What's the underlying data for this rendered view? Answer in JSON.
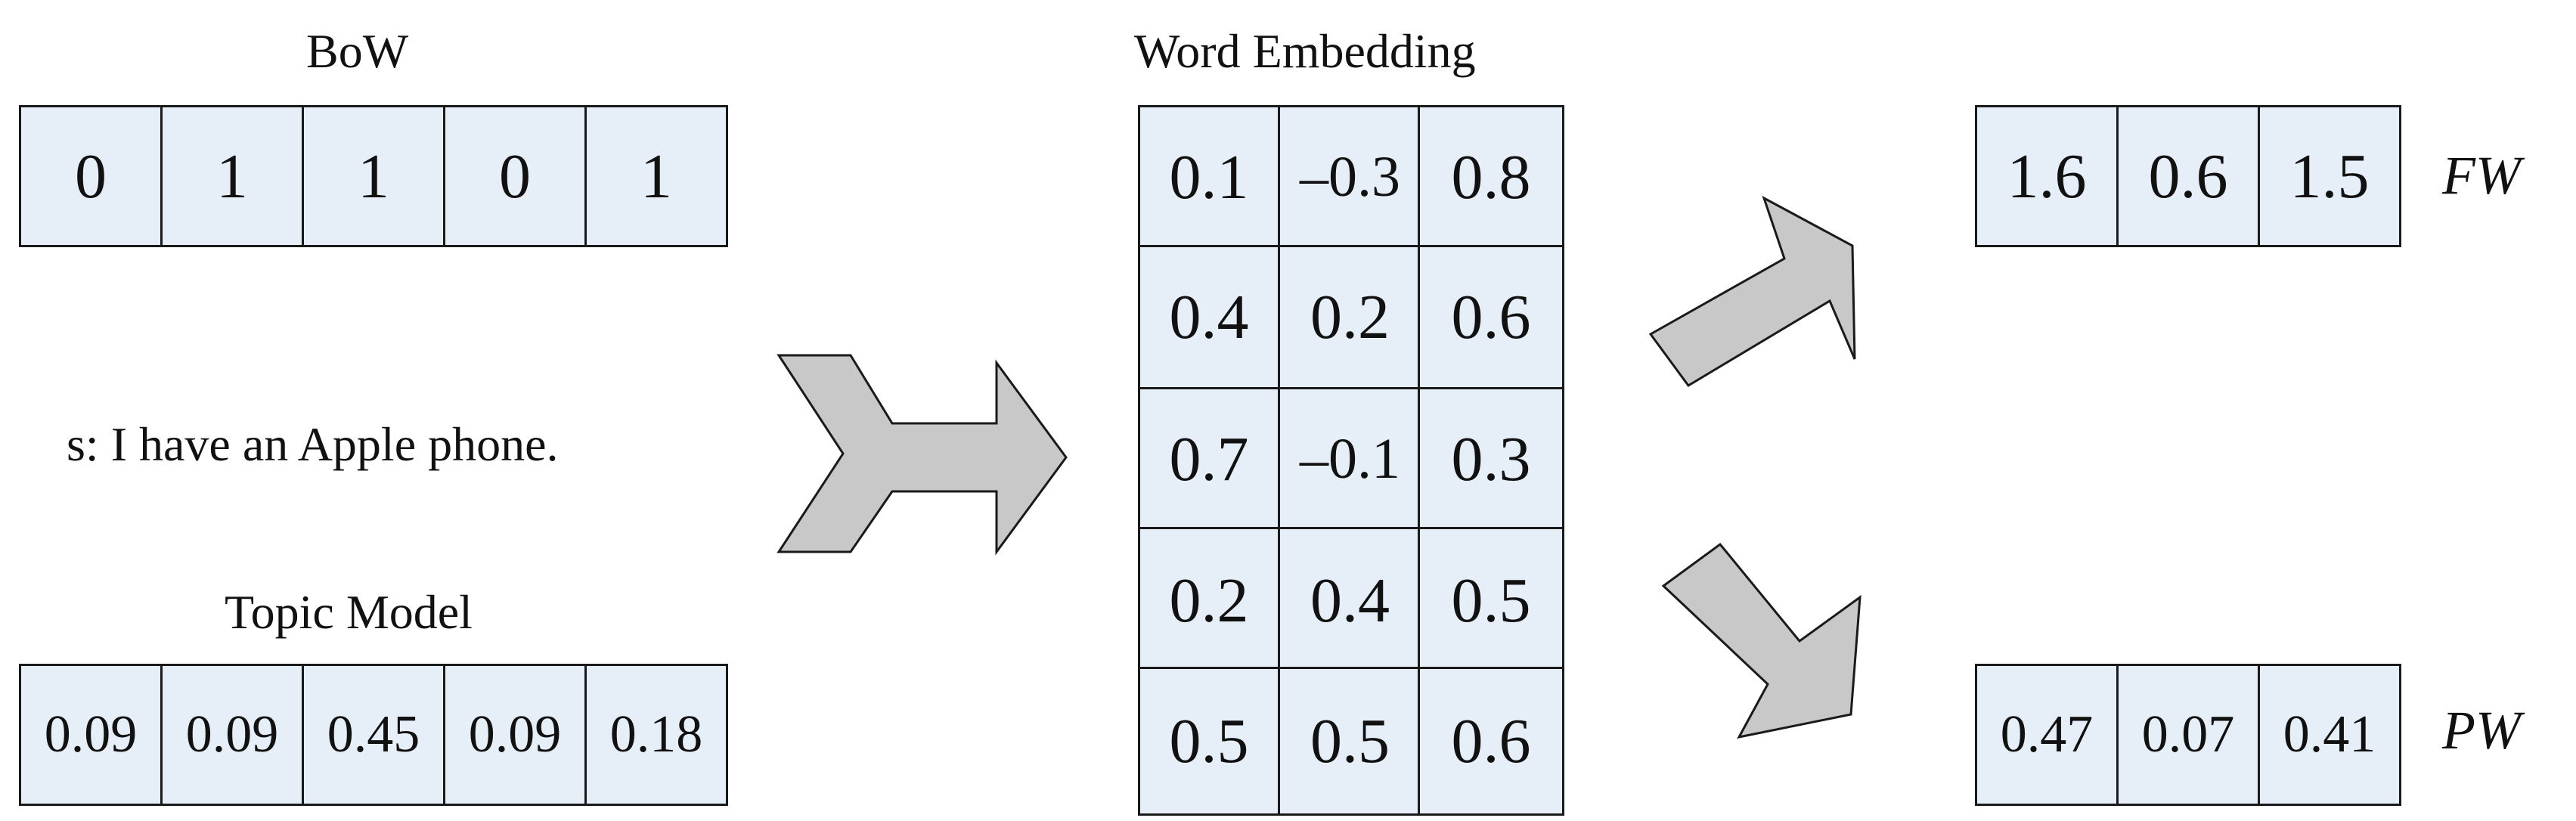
{
  "bow": {
    "title": "BoW",
    "values": [
      "0",
      "1",
      "1",
      "0",
      "1"
    ]
  },
  "sentence": "s: I have an Apple phone.",
  "topic_model": {
    "title": "Topic Model",
    "values": [
      "0.09",
      "0.09",
      "0.45",
      "0.09",
      "0.18"
    ]
  },
  "word_embedding": {
    "title": "Word Embedding",
    "rows": [
      [
        "0.1",
        "–0.3",
        "0.8"
      ],
      [
        "0.4",
        "0.2",
        "0.6"
      ],
      [
        "0.7",
        "–0.1",
        "0.3"
      ],
      [
        "0.2",
        "0.4",
        "0.5"
      ],
      [
        "0.5",
        "0.5",
        "0.6"
      ]
    ]
  },
  "fw": {
    "label": "FW",
    "values": [
      "1.6",
      "0.6",
      "1.5"
    ]
  },
  "pw": {
    "label": "PW",
    "values": [
      "0.47",
      "0.07",
      "0.41"
    ]
  },
  "colors": {
    "cell_fill": "#e6eef8",
    "arrow_fill": "#c8c8c8",
    "stroke": "#1a1a1a"
  }
}
